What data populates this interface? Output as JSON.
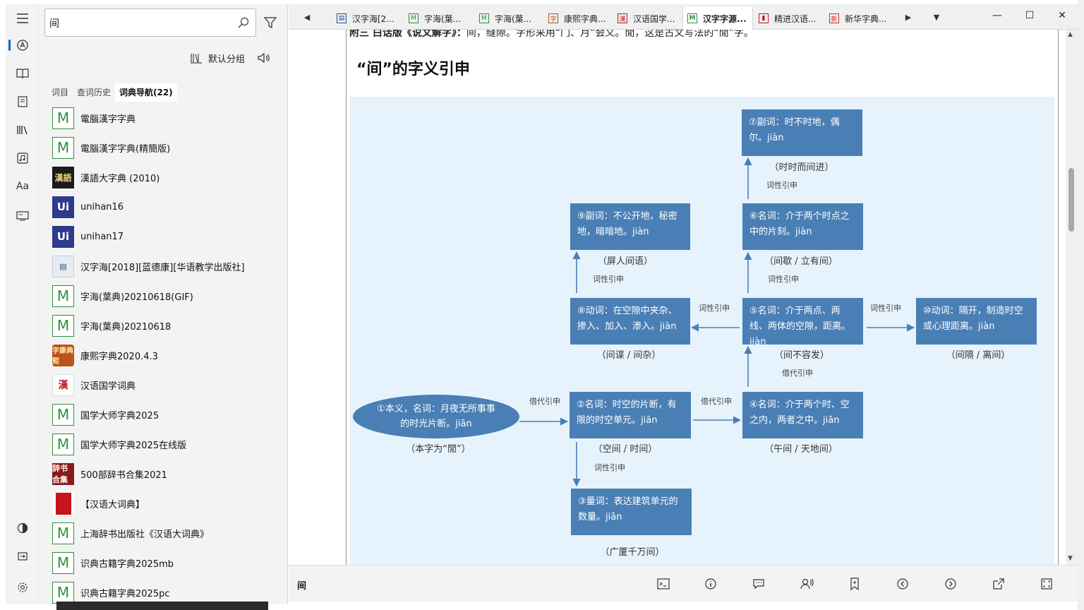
{
  "search": {
    "value": "间"
  },
  "toolbar": {
    "group_label": "默认分组"
  },
  "left_tabs": [
    {
      "label": "词目",
      "active": false
    },
    {
      "label": "查词历史",
      "active": false
    },
    {
      "label": "词典导航(22)",
      "active": true
    }
  ],
  "dictionaries": [
    {
      "label": "電腦漢字字典",
      "icon": "m"
    },
    {
      "label": "電腦漢字字典(精簡版)",
      "icon": "m"
    },
    {
      "label": "漢語大字典 (2010)",
      "icon": "dark",
      "icon_text": "漢語"
    },
    {
      "label": "unihan16",
      "icon": "uni",
      "icon_text": "Ui"
    },
    {
      "label": "unihan17",
      "icon": "uni",
      "icon_text": "Ui"
    },
    {
      "label": "汉字海[2018][蓝德康][华语教学出版社]",
      "icon": "hzh",
      "icon_text": "▤"
    },
    {
      "label": "字海(葉典)20210618(GIF)",
      "icon": "m"
    },
    {
      "label": "字海(葉典)20210618",
      "icon": "m"
    },
    {
      "label": "康熙字典2020.4.3",
      "icon": "kx",
      "icon_text": "字康典熙"
    },
    {
      "label": "汉语国学词典",
      "icon": "gx",
      "icon_text": "漢"
    },
    {
      "label": "国学大师字典2025",
      "icon": "m"
    },
    {
      "label": "国学大师字典2025在线版",
      "icon": "m"
    },
    {
      "label": "500部辞书合集2021",
      "icon": "cs",
      "icon_text": "辞书合集"
    },
    {
      "label": "【汉语大词典】",
      "icon": "hy"
    },
    {
      "label": "上海辞书出版社《汉语大词典》",
      "icon": "m"
    },
    {
      "label": "识典古籍字典2025mb",
      "icon": "m"
    },
    {
      "label": "识典古籍字典2025pc",
      "icon": "m"
    }
  ],
  "tabs": [
    {
      "label": "汉字海[2...",
      "active": false
    },
    {
      "label": "字海(葉...",
      "active": false
    },
    {
      "label": "字海(葉...",
      "active": false
    },
    {
      "label": "康熙字典...",
      "active": false
    },
    {
      "label": "汉语国学...",
      "active": false
    },
    {
      "label": "汉字字源...",
      "active": true
    },
    {
      "label": "精进汉语...",
      "active": false
    },
    {
      "label": "新华字典...",
      "active": false
    }
  ],
  "content": {
    "cut_line_bold": "附三 白话版《说文解字》：",
    "cut_line_rest": "间，缝隙。字形采用“门、月”会义。閒，这是古文写法的“閒”字。",
    "section_title": "“间”的字义引申"
  },
  "diagram": {
    "node1": "①本义，名词：月夜无所事事的时光片断。jiān",
    "ex1": "（本字为“閒”）",
    "node2": "②名词：时空的片断，有限的时空单元。jiān",
    "ex2": "（空间 / 时间）",
    "node3": "③量词：表达建筑单元的数量。jiān",
    "ex3": "（广厦千万间）",
    "node4": "④名词：介于两个时、空之内，两者之中。jiān",
    "ex4": "（午间 / 天地间）",
    "node5": "⑤名词：介于两点、两线、两体的空隙，距离。jiàn",
    "ex5": "（间不容发）",
    "node6": "⑥名词：介于两个时点之中的片刻。jiàn",
    "ex6": "（间歇 / 立有间）",
    "node7": "⑦副词：时不时地，偶尔。jiàn",
    "ex7": "（时时而间进）",
    "node8": "⑧动词：在空隙中夹杂、掺入、加入、渗入。jiàn",
    "ex8": "（间谍 / 间杂）",
    "node9": "⑨副词：不公开地，秘密地，暗暗地。jiàn",
    "ex9": "（屏人间语）",
    "node10": "⑩动词：隔开，制造时空或心理距离。jiàn",
    "ex10": "（间隔 / 离间）",
    "rel_1_2": "借代引申",
    "rel_2_4": "借代引申",
    "rel_2_3": "词性引申",
    "rel_4_5": "借代引申",
    "rel_5_6": "词性引申",
    "rel_6_7": "词性引申",
    "rel_5_8": "词性引申",
    "rel_8_9": "词性引申",
    "rel_5_10": "词性引申"
  },
  "bottom": {
    "word": "间"
  },
  "colors": {
    "node_fill": "#4a7fb5",
    "diagram_bg": "#e6f3fc",
    "arrow": "#4a7fb5",
    "accent": "#0a64c8"
  }
}
